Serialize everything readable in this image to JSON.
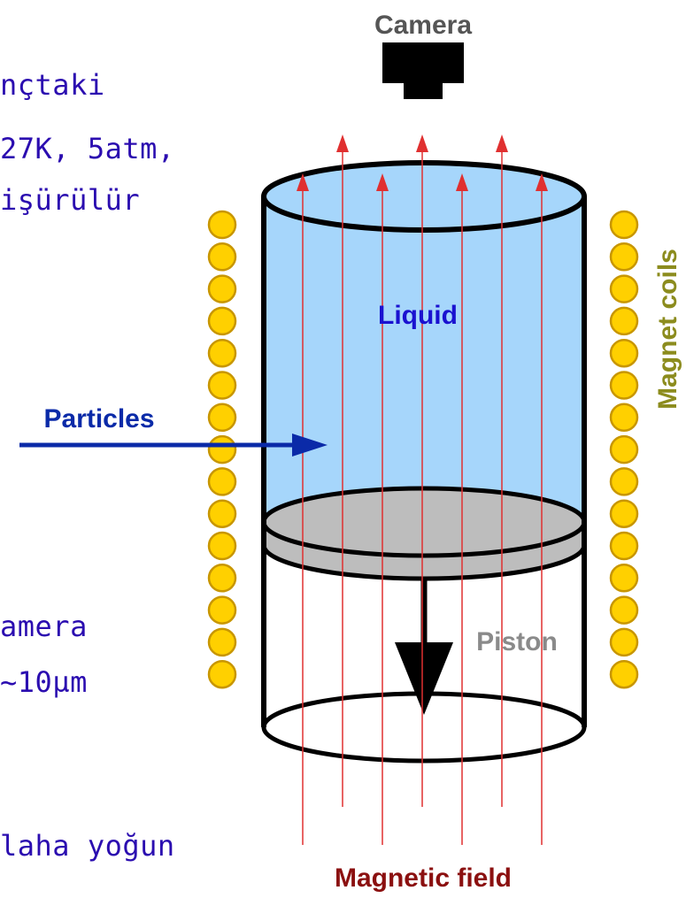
{
  "slide_text": {
    "line1": "nçtaki",
    "line2": "27K, 5atm,",
    "line3": "işürülür",
    "line4": "amera",
    "line5": "~10µm",
    "line6": "laha yoğun"
  },
  "diagram": {
    "camera_label": "Camera",
    "liquid_label": "Liquid",
    "particles_label": "Particles",
    "piston_label": "Piston",
    "magnet_coils_label": "Magnet coils",
    "magnetic_field_label": "Magnetic field"
  },
  "colors": {
    "slide_text": "#2b0db0",
    "liquid_fill": "#a6d6fb",
    "liquid_label": "#1a12d0",
    "particles": "#0a2aa8",
    "coil_fill": "#ffd000",
    "coil_stroke": "#c89600",
    "field_lines": "#e03030",
    "field_label": "#8b1010",
    "magnet_label": "#8c8c1e",
    "piston_fill": "#bdbdbd",
    "piston_label": "#8a8a8a",
    "camera_label": "#555555"
  }
}
